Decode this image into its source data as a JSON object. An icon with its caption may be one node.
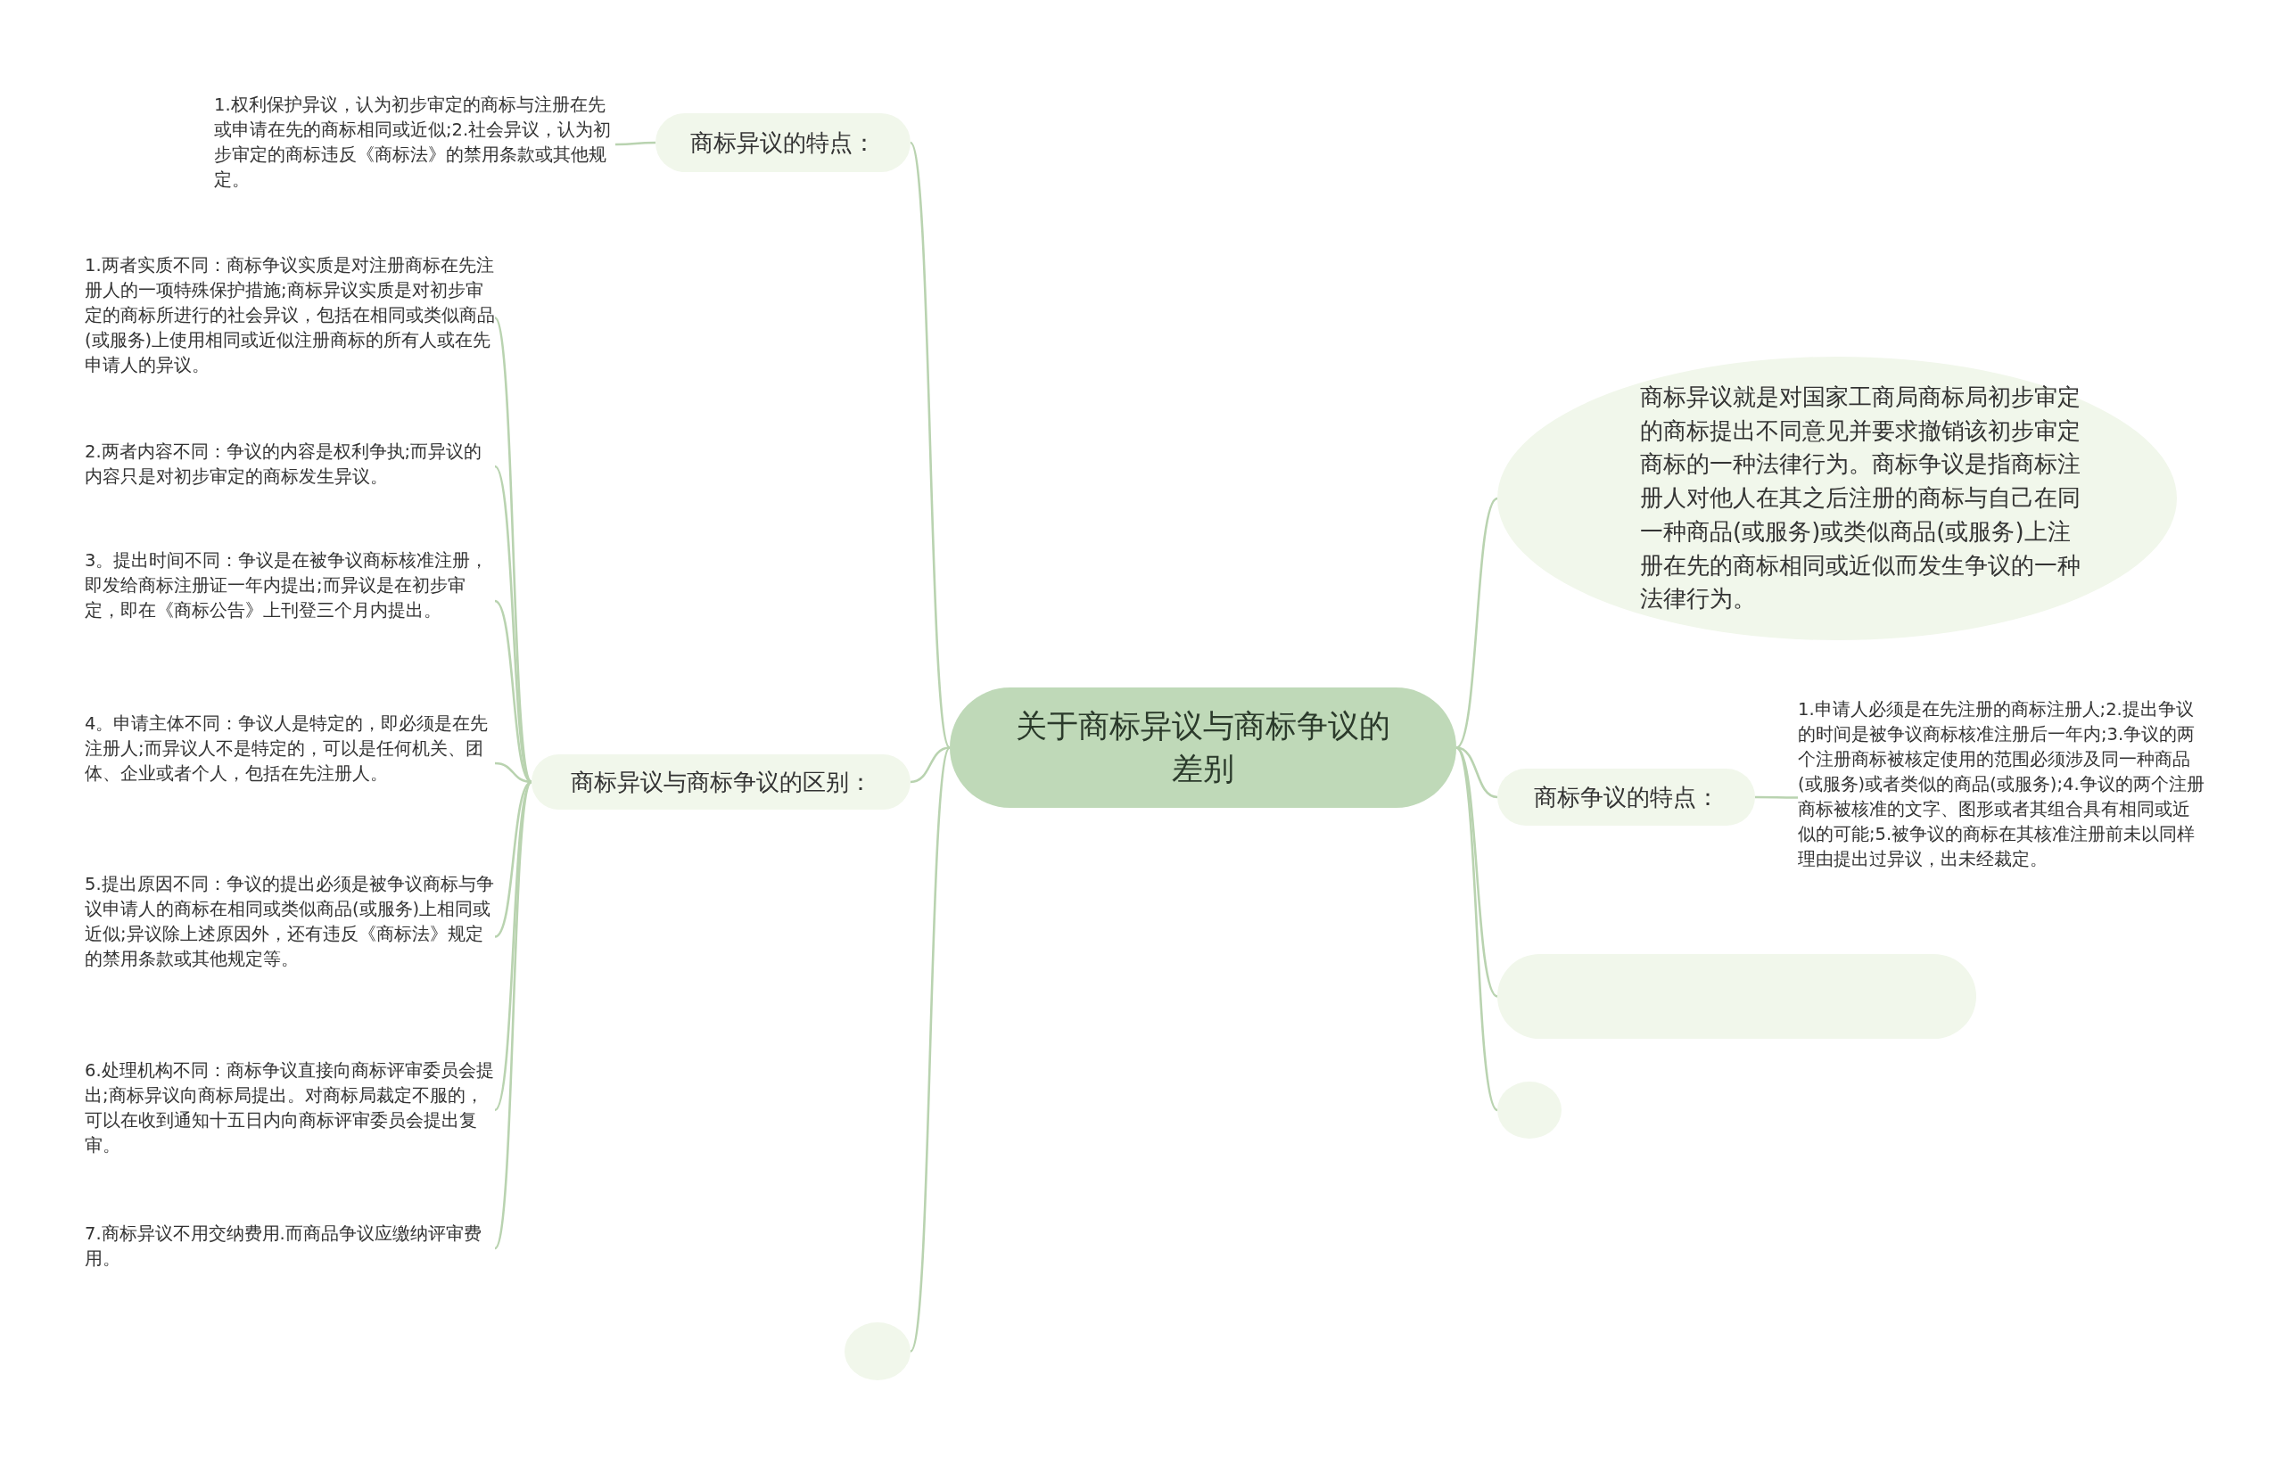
{
  "diagram": {
    "nodes": [
      {
        "text": [
          "关于商标异议与商标争议的差别"
        ]
      },
      {
        "text": [
          "商标异议的特点："
        ]
      },
      {
        "text": [
          "1.权利保护异议，认为初步审定的商标与注册在先或申请在先的商标相同或近似;2.社会异议，认为初步审定的商标违反《商标法》的禁用条款或其他规定。"
        ]
      },
      {
        "text": [
          "商标异议与商标争议的区别："
        ]
      },
      {
        "text": [
          "1.两者实质不同：商标争议实质是对注册商标在先注册人的一项特殊保护措施;商标异议实质是对初步审定的商标所进行的社会异议，包括在相同或类似商品(或服务)上使用相同或近似注册商标的所有人或在先申请人的异议。"
        ]
      },
      {
        "text": [
          "2.两者内容不同：争议的内容是权利争执;而异议的内容只是对初步审定的商标发生异议。"
        ]
      },
      {
        "text": [
          "3。提出时间不同：争议是在被争议商标核准注册，即发给商标注册证一年内提出;而异议是在初步审定，即在《商标公告》上刊登三个月内提出。"
        ]
      },
      {
        "text": [
          "4。申请主体不同：争议人是特定的，即必须是在先注册人;而异议人不是特定的，可以是任何机关、团体、企业或者个人，包括在先注册人。"
        ]
      },
      {
        "text": [
          "5.提出原因不同：争议的提出必须是被争议商标与争议申请人的商标在相同或类似商品(或服务)上相同或近似;异议除上述原因外，还有违反《商标法》规定的禁用条款或其他规定等。"
        ]
      },
      {
        "text": [
          "6.处理机构不同：商标争议直接向商标评审委员会提出;商标异议向商标局提出。对商标局裁定不服的，可以在收到通知十五日内向商标评审委员会提出复审。"
        ]
      },
      {
        "text": [
          "7.商标异议不用交纳费用.而商品争议应缴纳评审费用。"
        ]
      },
      {
        "text": [
          "商标异议就是对国家工商局商标局初步审定的商标提出不同意见并要求撤销该初步审定商标的一种法律行为。商标争议是指商标注册人对他人在其之后注册的商标与自己在同一种商品(或服务)或类似商品(或服务)上注册在先的商标相同或近似而发生争议的一种法律行为。"
        ]
      },
      {
        "text": [
          "商标争议的特点："
        ]
      },
      {
        "text": [
          "1.申请人必须是在先注册的商标注册人;2.提出争议的时间是被争议商标核准注册后一年内;3.争议的两个注册商标被核定使用的范围必须涉及同一种商品(或服务)或者类似的商品(或服务);4.争议的两个注册商标被核准的文字、图形或者其组合具有相同或近似的可能;5.被争议的商标在其核准注册前未以同样理由提出过异议，出未经裁定。"
        ]
      },
      {
        "text": [],
        "shape": "box"
      },
      {
        "text": [],
        "shape": "circle"
      },
      {
        "text": [],
        "shape": "circle"
      }
    ],
    "edges": [
      {
        "from": 0,
        "to": 1,
        "arrow": "none"
      },
      {
        "from": 1,
        "to": 2,
        "arrow": "none"
      },
      {
        "from": 0,
        "to": 3,
        "arrow": "none"
      },
      {
        "from": 3,
        "to": 4,
        "arrow": "none"
      },
      {
        "from": 3,
        "to": 5,
        "arrow": "none"
      },
      {
        "from": 3,
        "to": 6,
        "arrow": "none"
      },
      {
        "from": 3,
        "to": 7,
        "arrow": "none"
      },
      {
        "from": 3,
        "to": 8,
        "arrow": "none"
      },
      {
        "from": 3,
        "to": 9,
        "arrow": "none"
      },
      {
        "from": 3,
        "to": 10,
        "arrow": "none"
      },
      {
        "from": 0,
        "to": 16,
        "arrow": "none"
      },
      {
        "from": 0,
        "to": 11,
        "arrow": "none"
      },
      {
        "from": 0,
        "to": 12,
        "arrow": "none"
      },
      {
        "from": 12,
        "to": 13,
        "arrow": "none"
      },
      {
        "from": 0,
        "to": 14,
        "arrow": "none"
      },
      {
        "from": 0,
        "to": 15,
        "arrow": "none"
      }
    ]
  }
}
